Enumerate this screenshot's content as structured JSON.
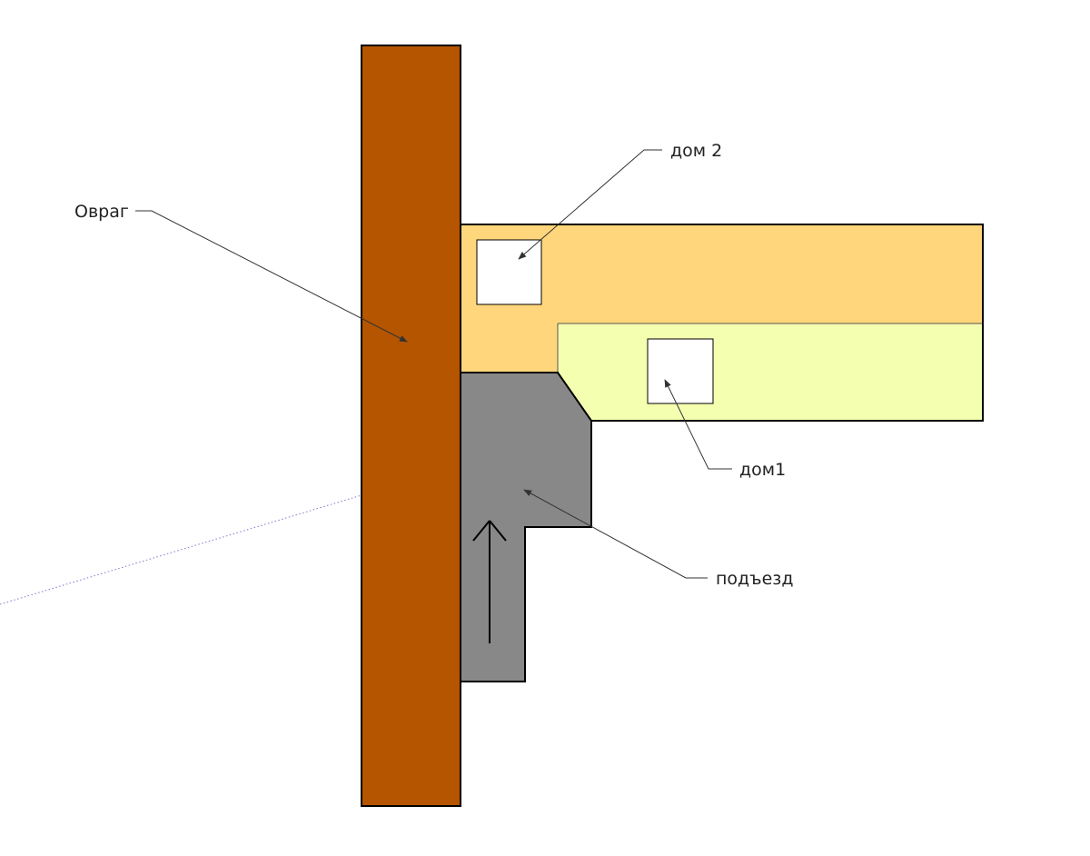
{
  "labels": {
    "ravine": "Овраг",
    "house2": "дом 2",
    "house1": "дом1",
    "driveway": "подъезд"
  },
  "colors": {
    "background": "#ffffff",
    "ravine": "#b55500",
    "plot_house2": "#ffd67b",
    "plot_house1": "#f4ffb0",
    "driveway": "#888888",
    "house_box": "#ffffff",
    "outline": "#000000",
    "leader": "#333333",
    "axis_dotted": "#7a7ad0"
  }
}
